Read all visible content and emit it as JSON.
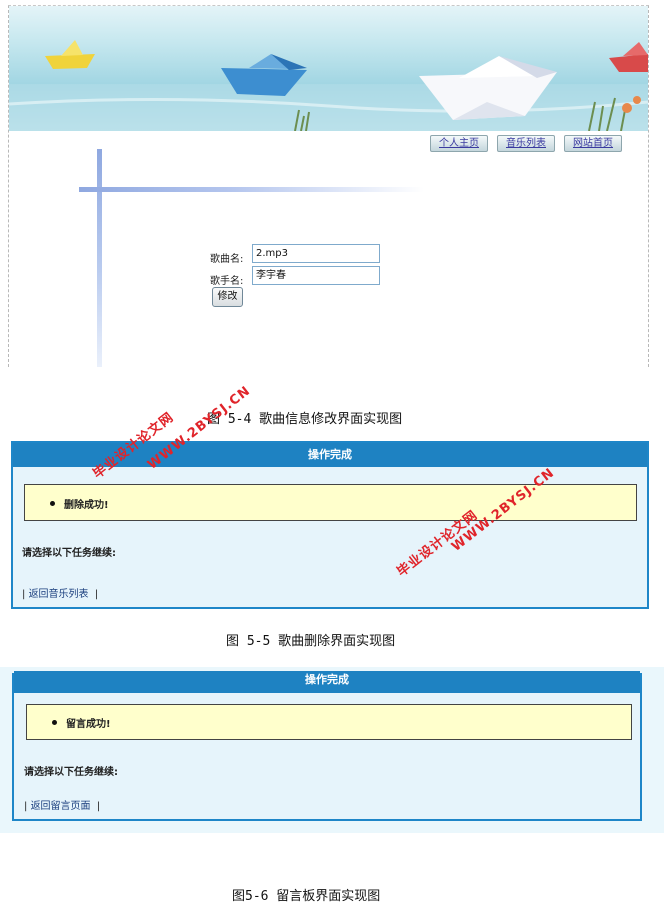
{
  "figure_5_4": {
    "nav": {
      "home": "个人主页",
      "music_list": "音乐列表",
      "site_home": "网站首页"
    },
    "form": {
      "song_label": "歌曲名:",
      "song_value": "2.mp3",
      "singer_label": "歌手名:",
      "singer_value": "李宇春",
      "submit": "修改"
    },
    "caption": "图 5-4  歌曲信息修改界面实现图"
  },
  "figure_5_5": {
    "header": "操作完成",
    "message": "删除成功!",
    "prompt": "请选择以下任务继续:",
    "link_prefix": "|",
    "link": "返回音乐列表",
    "link_suffix": "|",
    "caption": "图 5-5  歌曲删除界面实现图"
  },
  "figure_5_6": {
    "header": "操作完成",
    "message": "留言成功!",
    "prompt": "请选择以下任务继续:",
    "link_prefix": "|",
    "link": "返回留言页面",
    "link_suffix": "|",
    "caption": "图5-6  留言板界面实现图"
  },
  "watermark": {
    "cn": "毕业设计论文网",
    "url": "WWW.2BYSJ.CN"
  }
}
